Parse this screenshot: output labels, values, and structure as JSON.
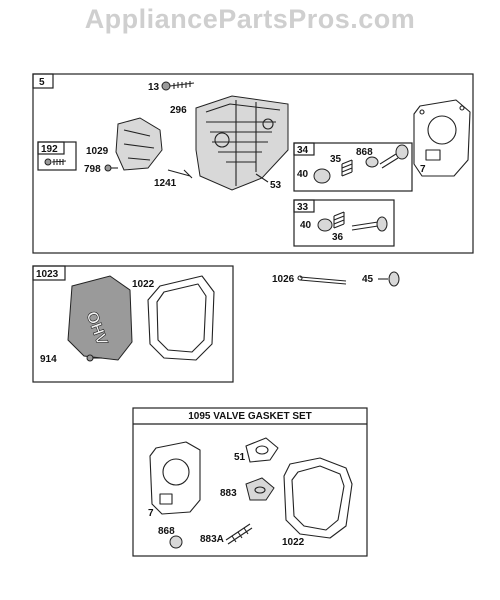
{
  "watermark": "AppliancePartsPros.com",
  "groups": {
    "g5": "5",
    "g192": "192",
    "g34": "34",
    "g33": "33",
    "g1023": "1023",
    "g1095_title": "1095 VALVE GASKET SET"
  },
  "cover_text": "OHV",
  "parts": {
    "p13": "13",
    "p296": "296",
    "p1029": "1029",
    "p798": "798",
    "p1241": "1241",
    "p53": "53",
    "p40a": "40",
    "p35": "35",
    "p868a": "868",
    "p7a": "7",
    "p40b": "40",
    "p36": "36",
    "p1022a": "1022",
    "p914": "914",
    "p1026": "1026",
    "p45": "45",
    "p51": "51",
    "p883": "883",
    "p7b": "7",
    "p868b": "868",
    "p883a": "883A",
    "p1022b": "1022"
  }
}
